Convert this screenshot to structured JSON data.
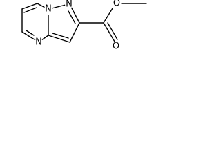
{
  "molecule": {
    "atoms": {
      "n1": "N",
      "n2": "N",
      "n3": "N",
      "o1": "O",
      "o2": "O"
    }
  }
}
